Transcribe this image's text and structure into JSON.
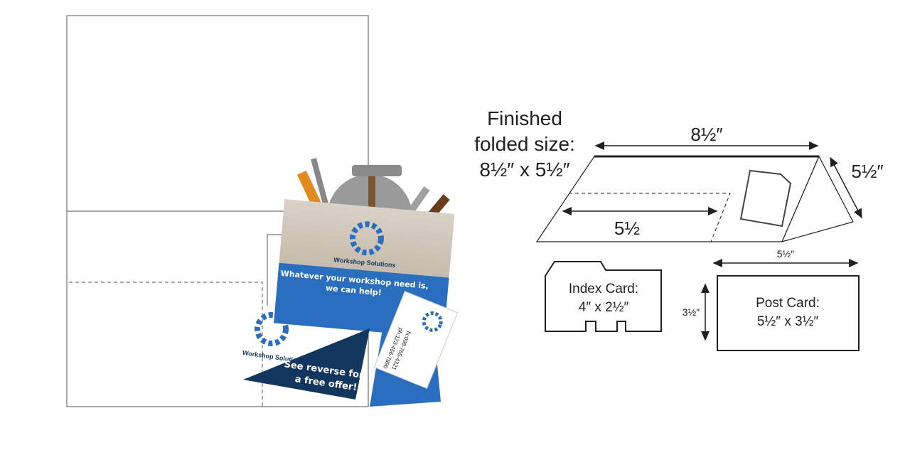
{
  "heading": {
    "line1": "Finished",
    "line2": "folded size:",
    "line3": "8½″ x 5½″"
  },
  "tent": {
    "width_label": "8½″",
    "depth_label": "5½″",
    "pocket_label": "5½"
  },
  "index_card": {
    "title": "Index Card:",
    "size": "4″ x 2½″"
  },
  "post_card": {
    "title": "Post Card:",
    "size": "5½″ x 3½″",
    "width_label": "5½″",
    "height_label": "3½″"
  },
  "mockup": {
    "brand": "Workshop Solutions",
    "tagline_line1": "Whatever your workshop need is,",
    "tagline_line2": "we can help!",
    "offer_line1": "See reverse for",
    "offer_line2": "a free offer!",
    "phone": "ph:123-456-7890",
    "fax": "fx:098-765-4321"
  },
  "colors": {
    "brand_blue": "#2a6fbf",
    "navy": "#12365e",
    "line": "#231f20"
  }
}
